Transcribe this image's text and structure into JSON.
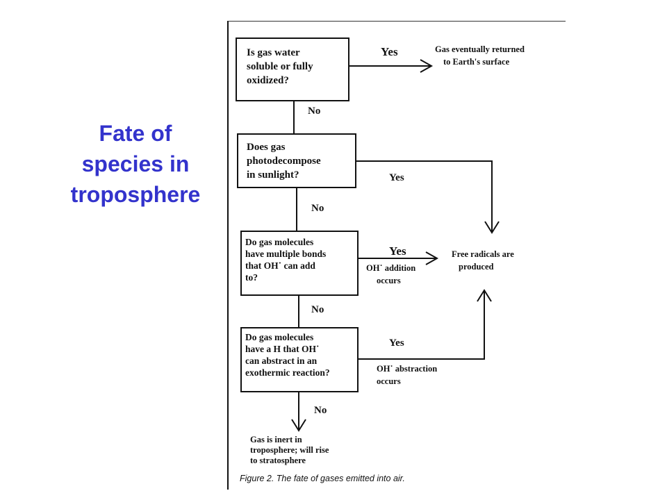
{
  "slide": {
    "title_lines": [
      "Fate of",
      "species in",
      "troposphere"
    ]
  },
  "flowchart": {
    "q1": [
      "Is gas water",
      "soluble or fully",
      "oxidized?"
    ],
    "q2": [
      "Does gas",
      "photodecompose",
      "in sunlight?"
    ],
    "q3": [
      "Do gas molecules",
      "have multiple bonds",
      "that OH˙ can add",
      "to?"
    ],
    "q4": [
      "Do gas molecules",
      "have a H that OH˙",
      "can abstract in an",
      "exothermic reaction?"
    ],
    "yes_label": "Yes",
    "no_label": "No",
    "out_surface": [
      "Gas eventually returned",
      "to Earth's surface"
    ],
    "out_radicals": [
      "Free radicals are",
      "produced"
    ],
    "oh_addition": [
      "OH˙ addition",
      "occurs"
    ],
    "oh_abstraction": [
      "OH˙ abstraction",
      "occurs"
    ],
    "out_inert": [
      "Gas is inert in",
      "troposphere; will rise",
      "to stratosphere"
    ],
    "caption": "Figure 2. The fate of gases emitted into air."
  }
}
